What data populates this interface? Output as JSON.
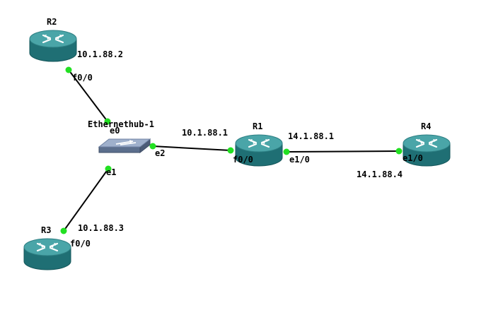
{
  "colors": {
    "background": "#ffffff",
    "link": "#000000",
    "port_dot": "#22e022",
    "router_side": "#1f6f74",
    "router_top": "#4aa5a8",
    "hub_side": "#5c6f8d",
    "hub_top": "#9fb0cc"
  },
  "devices": {
    "r1": {
      "name": "R1",
      "icon": "router-icon"
    },
    "r2": {
      "name": "R2",
      "icon": "router-icon"
    },
    "r3": {
      "name": "R3",
      "icon": "router-icon"
    },
    "r4": {
      "name": "R4",
      "icon": "router-icon"
    },
    "hub": {
      "name": "Ethernethub-1",
      "icon": "ethernet-hub-icon"
    }
  },
  "ports": {
    "r2_f0_0": "f0/0",
    "hub_e0": "e0",
    "hub_e1": "e1",
    "hub_e2": "e2",
    "r3_f0_0": "f0/0",
    "r1_f0_0": "f0/0",
    "r1_e1_0": "e1/0",
    "r4_e1_0": "e1/0"
  },
  "addresses": {
    "r2": "10.1.88.2",
    "r3": "10.1.88.3",
    "r1_lan": "10.1.88.1",
    "r1_wan": "14.1.88.1",
    "r4": "14.1.88.4"
  }
}
